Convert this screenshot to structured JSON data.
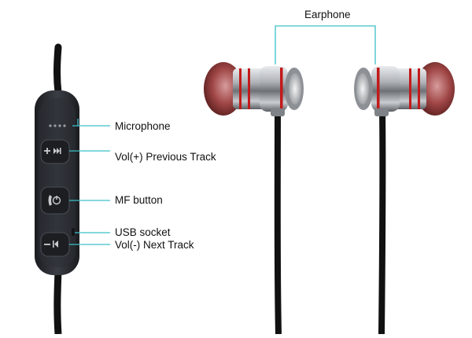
{
  "diagram": {
    "earphone_label": "Earphone",
    "callouts": {
      "microphone": "Microphone",
      "vol_plus": "Vol(+) Previous Track",
      "mf_button": "MF button",
      "usb_socket": "USB socket",
      "vol_minus": "Vol(-) Next Track"
    },
    "colors": {
      "leader_line": "#3cc0c8",
      "cable": "#111111",
      "housing": "#9a9ea3",
      "accent_ring": "#c21a1a",
      "ear_tip": "#8a3030",
      "remote_body": "#26282d"
    },
    "remote_buttons": [
      {
        "icon": "plus-play-icon"
      },
      {
        "icon": "phone-icon"
      },
      {
        "icon": "minus-previous-icon"
      }
    ]
  }
}
